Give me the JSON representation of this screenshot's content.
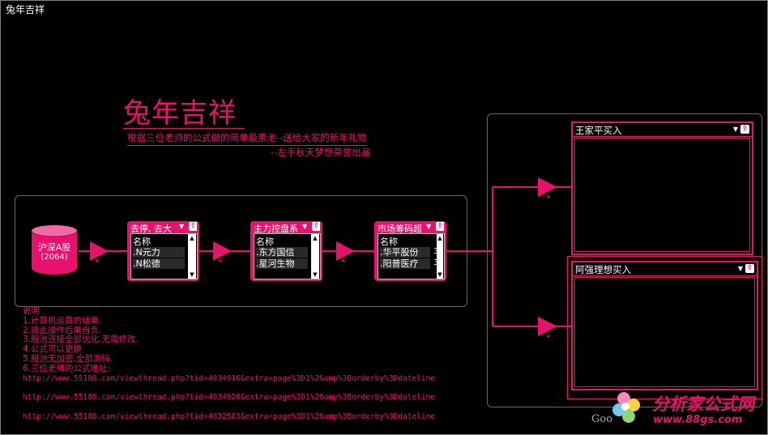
{
  "window": {
    "title": "兔年吉祥"
  },
  "banner": {
    "title": "兔年吉祥",
    "subtitle": "根据三位老师的公式做的简单股票池--送给大家的新年礼物",
    "author": "--左手秋天梦想荣誉出品"
  },
  "source": {
    "label": "沪深A股",
    "count": "(2064)"
  },
  "filters": [
    {
      "title": "去停, 去大",
      "column": "名称",
      "rows": [
        ".N元力",
        ".N松德"
      ],
      "nums": [
        "",
        ""
      ]
    },
    {
      "title": "主力控盘系",
      "column": "名称",
      "rows": [
        ".东方国信",
        ".星河生物"
      ],
      "nums": [
        "",
        ""
      ]
    },
    {
      "title": "市场筹码超",
      "column": "名称",
      "rows": [
        ".华平股份",
        ".阳普医疗"
      ],
      "nums": [
        "3",
        "3"
      ]
    }
  ],
  "results": [
    {
      "title": "王家平买入"
    },
    {
      "title": "阿强理想买入"
    }
  ],
  "icons": {
    "dropdown": "dropdown-arrow-icon",
    "up": "up-arrow-icon",
    "scroll_up": "▲",
    "scroll_down": "▼",
    "dd_glyph": "▼",
    "up_glyph": "⇧"
  },
  "colors": {
    "accent": "#e8116d",
    "background": "#000000"
  },
  "notes": {
    "heading": "说明",
    "items": [
      "1.计算机运算的结果.",
      "2.搞此操作后果自负.",
      "3.股池连接全部优化,无需修改.",
      "4.公式可以更换",
      "5.股池无加密,全部源码.",
      "6.三位老师的公式地址:"
    ],
    "urls": [
      "http://www.55188.com/viewthread.php?tid=4034916&extra=page%3D1%26amp%3Borderby%3Ddateline",
      "http://www.55188.com/viewthread.php?tid=4034928&extra=page%3D1%26amp%3Borderby%3Ddateline",
      "http://www.55188.com/viewthread.php?tid=4032583&extra=page%3D1%26amp%3Borderby%3Ddateline"
    ]
  },
  "watermark": {
    "brand": "分析家公式网",
    "url": "www.88gs.com",
    "google": "Goo"
  }
}
